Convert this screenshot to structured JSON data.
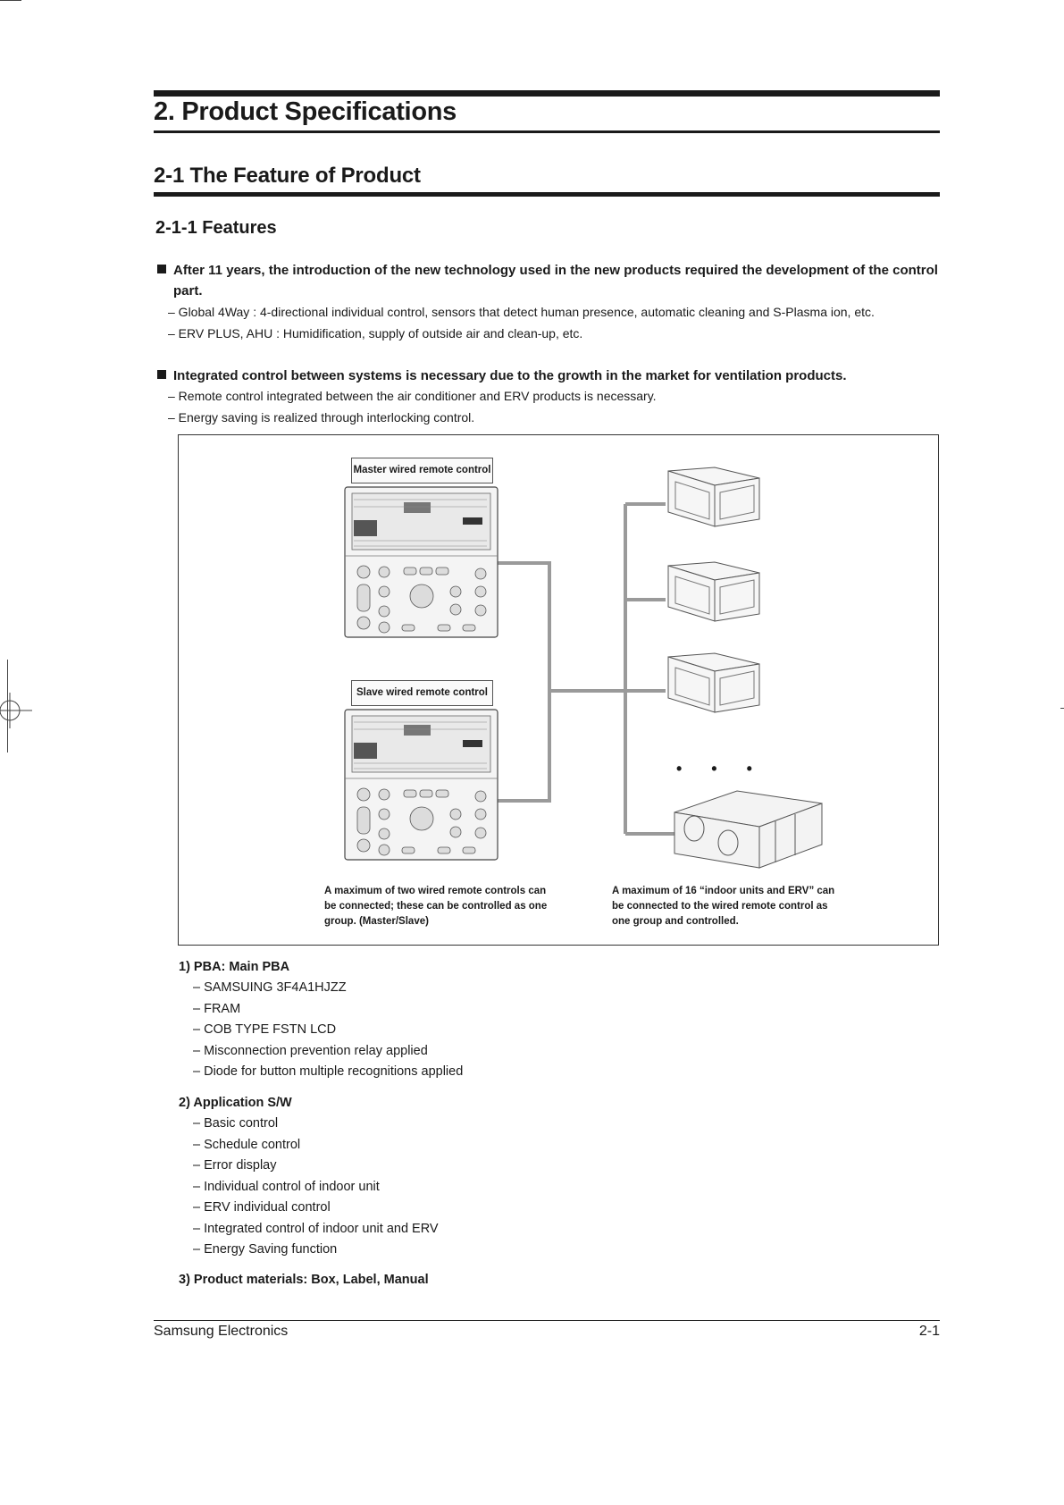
{
  "page": {
    "section_title": "2. Product Specifications",
    "subsection_title": "2-1 The Feature of Product",
    "subsubsection_title": "2-1-1 Features"
  },
  "bullets": [
    {
      "head": "After 11 years, the introduction of the new technology used in the new products required the development of the control part.",
      "items": [
        "– Global 4Way : 4-directional individual control, sensors that detect human presence, automatic cleaning and S-Plasma ion, etc.",
        "– ERV PLUS, AHU : Humidification, supply of outside air and clean-up, etc."
      ]
    },
    {
      "head": "Integrated control between systems is necessary due to the growth in the market for ventilation products.",
      "items": [
        "– Remote control integrated between the air conditioner and ERV products is necessary.",
        "– Energy saving is realized through interlocking control."
      ]
    }
  ],
  "figure": {
    "master_label": "Master wired remote control",
    "slave_label": "Slave wired remote control",
    "caption_left": "A maximum of two wired remote controls can be connected; these can be controlled as one group. (Master/Slave)",
    "caption_right": "A maximum of 16 “indoor units and ERV” can be connected to the wired remote control as one group and controlled.",
    "ellipsis": "• • •"
  },
  "sections": [
    {
      "head": "1) PBA: Main PBA",
      "items": [
        "– SAMSUING 3F4A1HJZZ",
        "– FRAM",
        "– COB TYPE FSTN LCD",
        "– Misconnection prevention relay applied",
        "– Diode for button multiple recognitions applied"
      ]
    },
    {
      "head": "2) Application S/W",
      "items": [
        "– Basic control",
        "– Schedule control",
        "– Error display",
        "– Individual control of indoor unit",
        "– ERV individual control",
        "– Integrated control of indoor unit and ERV",
        "– Energy Saving function"
      ]
    },
    {
      "head": "3) Product materials: Box, Label, Manual",
      "items": []
    }
  ],
  "footer": {
    "left": "Samsung Electronics",
    "right": "2-1"
  }
}
